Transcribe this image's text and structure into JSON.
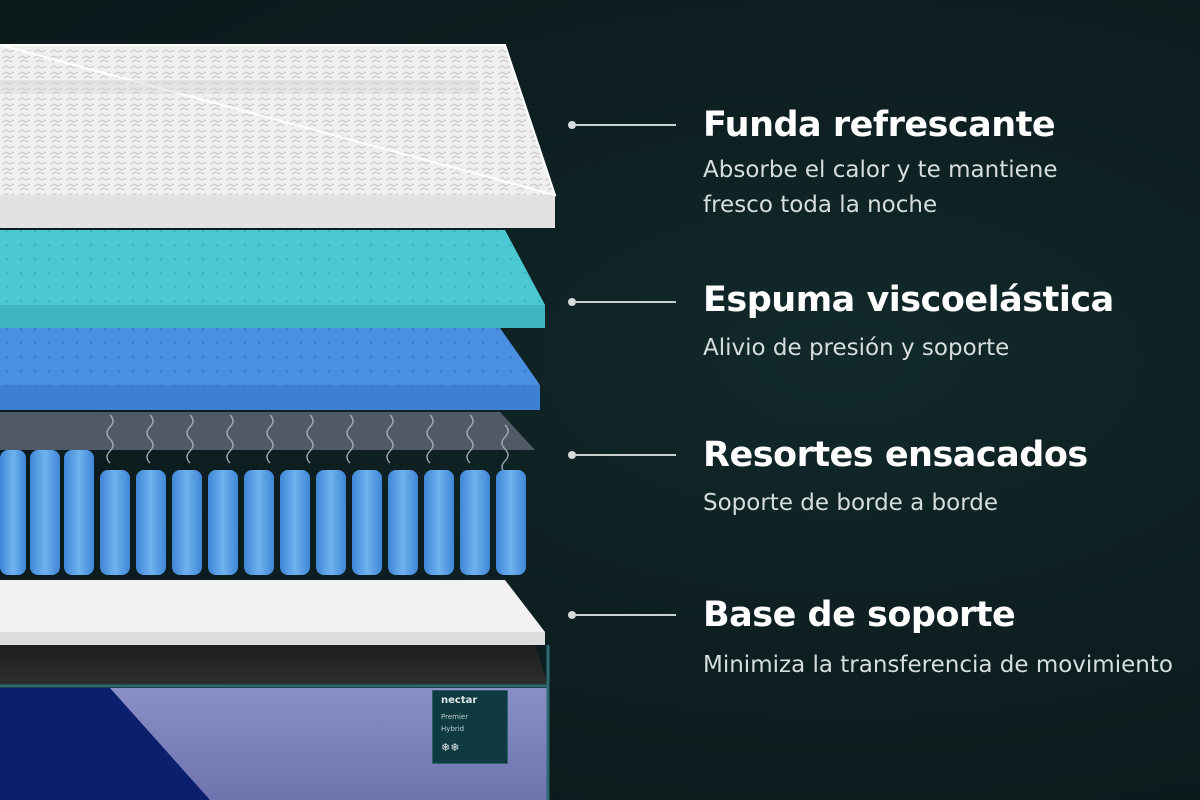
{
  "features": [
    {
      "title": "Funda refrescante",
      "description_lines": [
        "Absorbe el calor y te mantiene",
        "fresco toda la noche"
      ]
    },
    {
      "title": "Espuma viscoelástica",
      "description_lines": [
        "Alivio de presión y soporte"
      ]
    },
    {
      "title": "Resortes ensacados",
      "description_lines": [
        "Soporte de borde a borde"
      ]
    },
    {
      "title": "Base de soporte",
      "description_lines": [
        "Minimiza la transferencia de movimiento"
      ]
    }
  ],
  "label": {
    "brand": "nectar",
    "model_line_1": "Premier",
    "model_line_2": "Hybrid",
    "icons": "❄❄"
  },
  "colors": {
    "background": "#0d1f21",
    "cover": "#eeeeee",
    "gel_foam": "#4ec9d3",
    "memory_foam": "#4a8ee0",
    "coil_pocket": "#5aa0e0",
    "base": "#f0f0f0",
    "side_panel": "#7e82bd",
    "accent_navy": "#0c1f6e",
    "text_primary": "#ffffff",
    "text_secondary": "#d6dddd"
  }
}
